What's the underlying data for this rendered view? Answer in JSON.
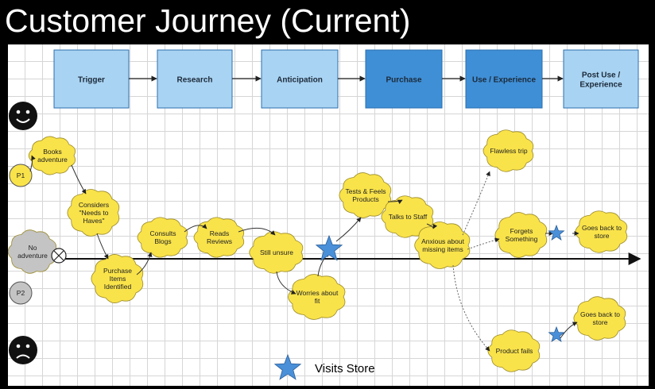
{
  "title": "Customer Journey (Current)",
  "stages": [
    {
      "label": [
        "Trigger"
      ],
      "color": "#a9d3f2"
    },
    {
      "label": [
        "Research"
      ],
      "color": "#a9d3f2"
    },
    {
      "label": [
        "Anticipation"
      ],
      "color": "#a9d3f2"
    },
    {
      "label": [
        "Purchase"
      ],
      "color": "#3f8fd6"
    },
    {
      "label": [
        "Use / Experience"
      ],
      "color": "#3f8fd6"
    },
    {
      "label": [
        "Post Use /",
        "Experience"
      ],
      "color": "#a9d3f2"
    }
  ],
  "personas": [
    {
      "label": "P1"
    },
    {
      "label": "P2"
    }
  ],
  "clouds": [
    {
      "id": "books-adventure",
      "lines": [
        "Books",
        "adventure"
      ],
      "color": "#f9e34a"
    },
    {
      "id": "considers",
      "lines": [
        "Considers",
        "\"Needs to",
        "Haves\""
      ],
      "color": "#f9e34a"
    },
    {
      "id": "no-adventure",
      "lines": [
        "No",
        "adventure"
      ],
      "color": "#c4c4c4"
    },
    {
      "id": "purchase-items",
      "lines": [
        "Purchase",
        "Items",
        "Identified"
      ],
      "color": "#f9e34a"
    },
    {
      "id": "consults-blogs",
      "lines": [
        "Consults",
        "Blogs"
      ],
      "color": "#f9e34a"
    },
    {
      "id": "reads-reviews",
      "lines": [
        "Reads",
        "Reviews"
      ],
      "color": "#f9e34a"
    },
    {
      "id": "still-unsure",
      "lines": [
        "Still unsure"
      ],
      "color": "#f9e34a"
    },
    {
      "id": "worries-fit",
      "lines": [
        "Worries about",
        "fit"
      ],
      "color": "#f9e34a"
    },
    {
      "id": "tests-feels",
      "lines": [
        "Tests & Feels",
        "Products"
      ],
      "color": "#f9e34a"
    },
    {
      "id": "talks-staff",
      "lines": [
        "Talks to Staff"
      ],
      "color": "#f9e34a"
    },
    {
      "id": "anxious",
      "lines": [
        "Anxious about",
        "missing items"
      ],
      "color": "#f9e34a"
    },
    {
      "id": "flawless",
      "lines": [
        "Flawless trip"
      ],
      "color": "#f9e34a"
    },
    {
      "id": "forgets",
      "lines": [
        "Forgets",
        "Something"
      ],
      "color": "#f9e34a"
    },
    {
      "id": "goes-back-1",
      "lines": [
        "Goes back to",
        "store"
      ],
      "color": "#f9e34a"
    },
    {
      "id": "product-fails",
      "lines": [
        "Product fails"
      ],
      "color": "#f9e34a"
    },
    {
      "id": "goes-back-2",
      "lines": [
        "Goes back to",
        "store"
      ],
      "color": "#f9e34a"
    }
  ],
  "legend": {
    "label": "Visits Store",
    "icon": "star-icon",
    "color": "#4a90d9"
  },
  "faces": {
    "happy": "happy-face-icon",
    "sad": "sad-face-icon"
  }
}
